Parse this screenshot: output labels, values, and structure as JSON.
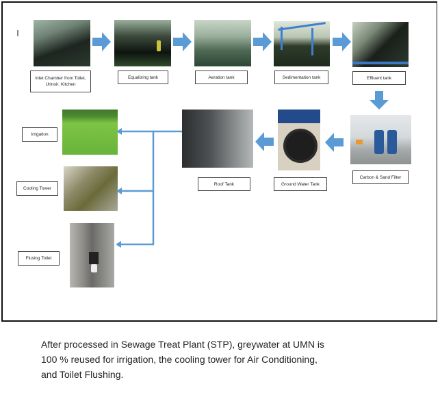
{
  "diagram": {
    "title": "Greywater treatment and reuse flow",
    "process_steps": [
      {
        "label": "Inlet Chamber from Toilet, Urinoir, Kitchen"
      },
      {
        "label": "Equalizing tank"
      },
      {
        "label": "Aeration tank"
      },
      {
        "label": "Sedimentation tank"
      },
      {
        "label": "Effluent tank"
      },
      {
        "label": "Carbon & Sand Filter"
      },
      {
        "label": "Ground Water Tank"
      },
      {
        "label": "Roof Tank"
      }
    ],
    "reuse_targets": [
      {
        "label": "Irrigation"
      },
      {
        "label": "Cooling Tower"
      },
      {
        "label": "Flusing Toilet"
      }
    ],
    "colors": {
      "arrow": "#5b9bd5",
      "border": "#111111"
    }
  },
  "caption": {
    "line1": "After processed in Sewage Treat Plant (STP), greywater at UMN is",
    "line2": "100 % reused for irrigation, the cooling tower for Air Conditioning,",
    "line3": "and Toilet Flushing."
  }
}
